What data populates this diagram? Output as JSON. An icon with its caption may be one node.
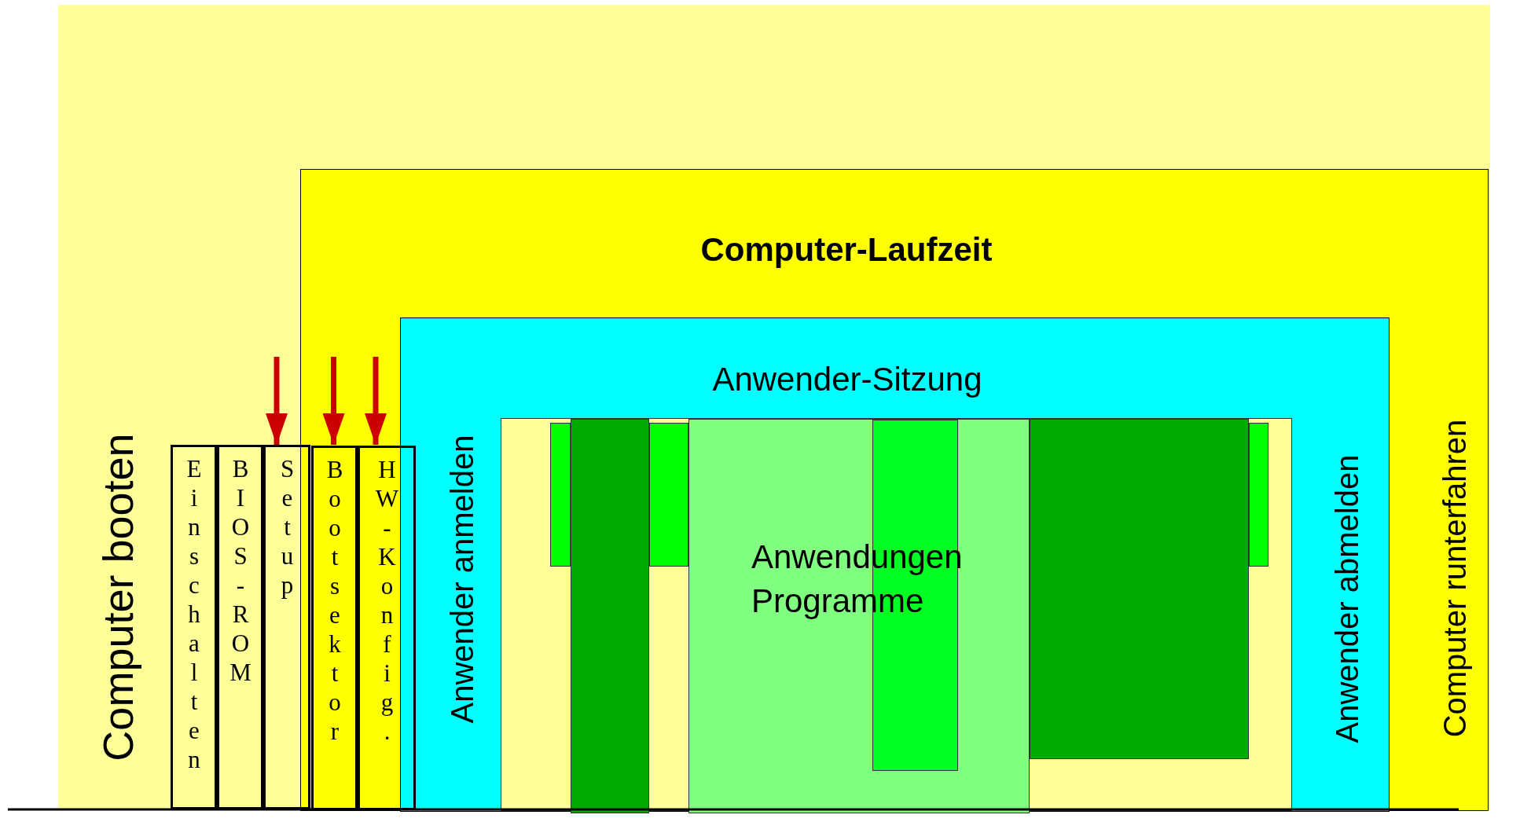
{
  "diagram": {
    "nodes": [
      {
        "text": [],
        "shape": "box"
      },
      {
        "text": [
          "Computer-Laufzeit",
          "Computer runterfahren"
        ],
        "in": 0
      },
      {
        "text": [
          "Anwender-Sitzung",
          "Anwender anmelden",
          "Anwender abmelden"
        ],
        "in": 1
      },
      {
        "text": [],
        "shape": "box",
        "in": 2
      },
      {
        "text": [],
        "shape": "box",
        "in": 3
      },
      {
        "text": [],
        "shape": "box",
        "in": 3
      },
      {
        "text": [],
        "shape": "box",
        "in": 3
      },
      {
        "text": [
          "Anwendungen Programme"
        ],
        "in": 3
      },
      {
        "text": [],
        "shape": "box",
        "in": 7
      },
      {
        "text": [],
        "shape": "box",
        "in": 3
      },
      {
        "text": [],
        "shape": "box",
        "in": 3
      },
      {
        "text": [
          "Einschalten"
        ],
        "in": 0
      },
      {
        "text": [
          "BIOS-ROM"
        ],
        "in": 0
      },
      {
        "text": [
          "Setup"
        ],
        "in": 0
      },
      {
        "text": [
          "Bootsektor"
        ],
        "in": 1
      },
      {
        "text": [
          "HW-Konfig."
        ],
        "in": 1
      }
    ],
    "edges": [
      {
        "from": null,
        "to": 13,
        "arrow": "to"
      },
      {
        "from": null,
        "to": 14,
        "arrow": "to"
      },
      {
        "from": null,
        "to": 15,
        "arrow": "to"
      }
    ],
    "labels": [
      "Computer booten"
    ]
  }
}
